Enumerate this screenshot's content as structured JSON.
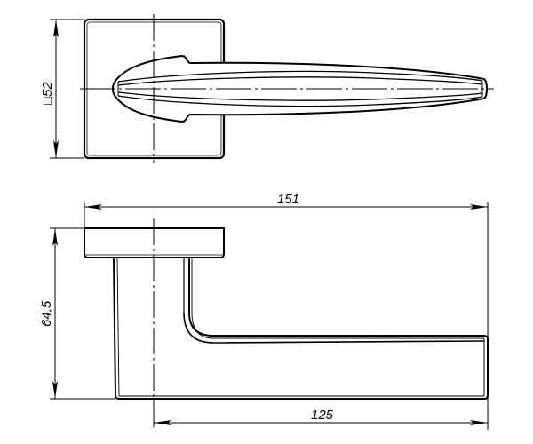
{
  "drawing": {
    "subject": "door lever handle on square rosette",
    "views": [
      "top view",
      "side view"
    ],
    "line_color": "#000000",
    "background": "#ffffff"
  },
  "dimensions": {
    "rosette_square": "□52",
    "rosette_square_symbol": "□",
    "rosette_square_value": "52",
    "overall_length": "151",
    "handle_length": "125",
    "projection_height": "64,5"
  }
}
